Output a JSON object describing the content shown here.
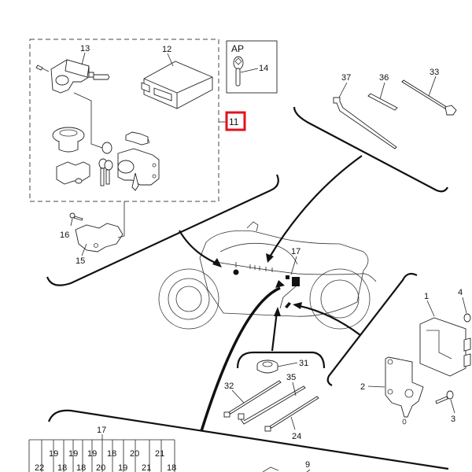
{
  "diagram": {
    "title": "Electrical parts diagram",
    "highlight_color": "#e0141e",
    "callouts": {
      "p1": "1",
      "p2": "2",
      "p3": "3",
      "p4": "4",
      "p9": "9",
      "p11": "11",
      "p12": "12",
      "p13": "13",
      "p14": "14",
      "p15": "15",
      "p16": "16",
      "p17": "17",
      "p17b": "17",
      "p24": "24",
      "p31": "31",
      "p32": "32",
      "p33": "33",
      "p35": "35",
      "p36": "36",
      "p37": "37"
    },
    "ap_box_label": "AP",
    "highlighted_callout": "11",
    "clamp_row_top": [
      "19",
      "19",
      "19",
      "18",
      "20",
      "21"
    ],
    "clamp_row_bottom": [
      "22",
      "18",
      "18",
      "20",
      "19",
      "21",
      "18"
    ]
  }
}
